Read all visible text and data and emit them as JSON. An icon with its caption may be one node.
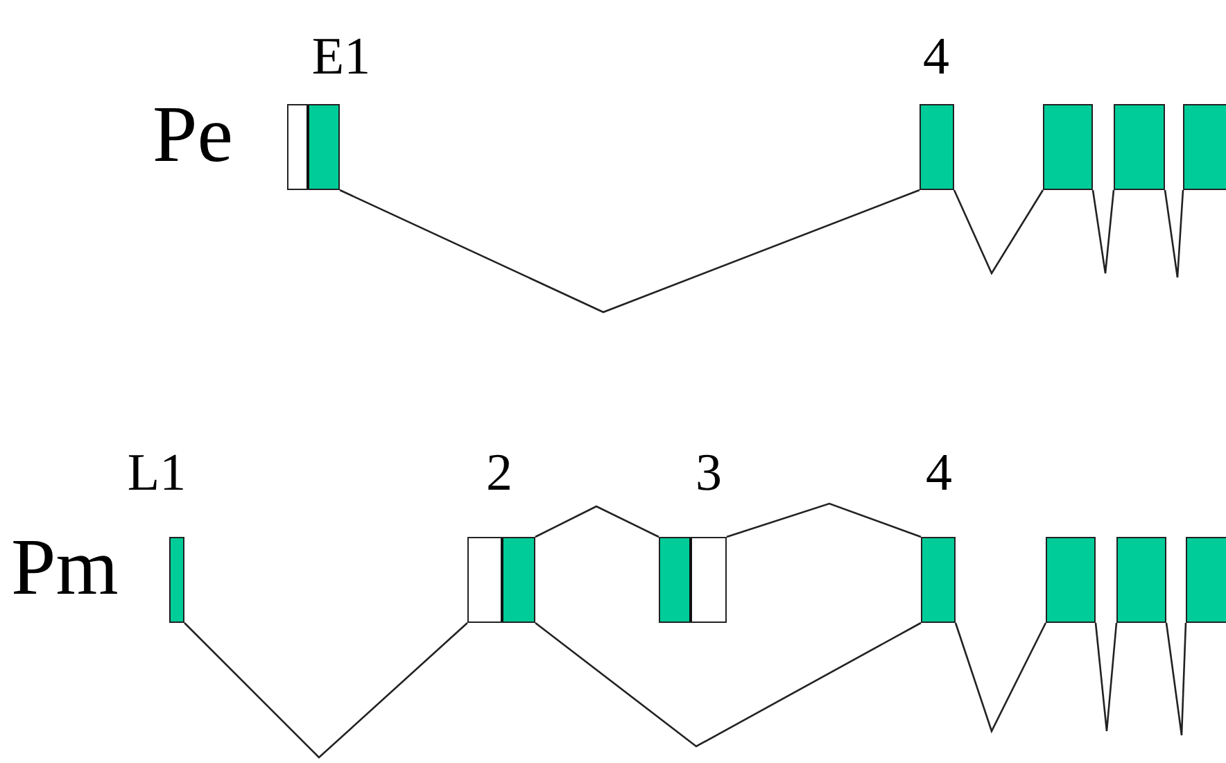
{
  "diagram": {
    "nodes": [
      {
        "text": [
          "E1"
        ]
      },
      {
        "text": [
          "4"
        ]
      },
      {
        "text": [],
        "shape": "box"
      },
      {
        "text": [],
        "shape": "box"
      },
      {
        "text": [],
        "shape": "box"
      },
      {
        "text": [
          "L1"
        ]
      },
      {
        "text": [
          "2"
        ]
      },
      {
        "text": [
          "3"
        ]
      },
      {
        "text": [
          "4"
        ]
      },
      {
        "text": [],
        "shape": "box"
      },
      {
        "text": [],
        "shape": "box"
      },
      {
        "text": [],
        "shape": "box"
      }
    ],
    "edges": [
      {
        "from": 0,
        "to": 1,
        "arrow": "none"
      },
      {
        "from": 1,
        "to": 2,
        "arrow": "none"
      },
      {
        "from": 2,
        "to": 3,
        "arrow": "none"
      },
      {
        "from": 3,
        "to": 4,
        "arrow": "none"
      },
      {
        "from": 5,
        "to": 6,
        "arrow": "none"
      },
      {
        "from": 6,
        "to": 7,
        "arrow": "none"
      },
      {
        "from": 7,
        "to": 8,
        "arrow": "none"
      },
      {
        "from": 6,
        "to": 8,
        "arrow": "none"
      },
      {
        "from": 8,
        "to": 9,
        "arrow": "none"
      },
      {
        "from": 9,
        "to": 10,
        "arrow": "none"
      },
      {
        "from": 10,
        "to": 11,
        "arrow": "none"
      }
    ],
    "labels": [
      "Pe",
      "Pm"
    ]
  }
}
